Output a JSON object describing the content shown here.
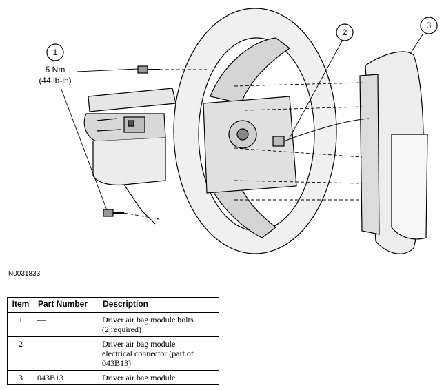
{
  "callouts": [
    {
      "number": "1",
      "lines": [
        "5 Nm",
        "(44 lb-in)"
      ]
    },
    {
      "number": "2",
      "lines": []
    },
    {
      "number": "3",
      "lines": []
    }
  ],
  "figure_id": "N0031833",
  "legend": {
    "headers": [
      "Item",
      "Part Number",
      "Description"
    ],
    "rows": [
      {
        "item": "1",
        "part_number": "—",
        "description_lines": [
          "Driver air bag module bolts",
          "(2 required)"
        ]
      },
      {
        "item": "2",
        "part_number": "—",
        "description_lines": [
          "Driver air bag module",
          "electrical connector (part of",
          "043B13)"
        ]
      },
      {
        "item": "3",
        "part_number": "043B13",
        "description_lines": [
          "Driver air bag module"
        ]
      }
    ]
  }
}
